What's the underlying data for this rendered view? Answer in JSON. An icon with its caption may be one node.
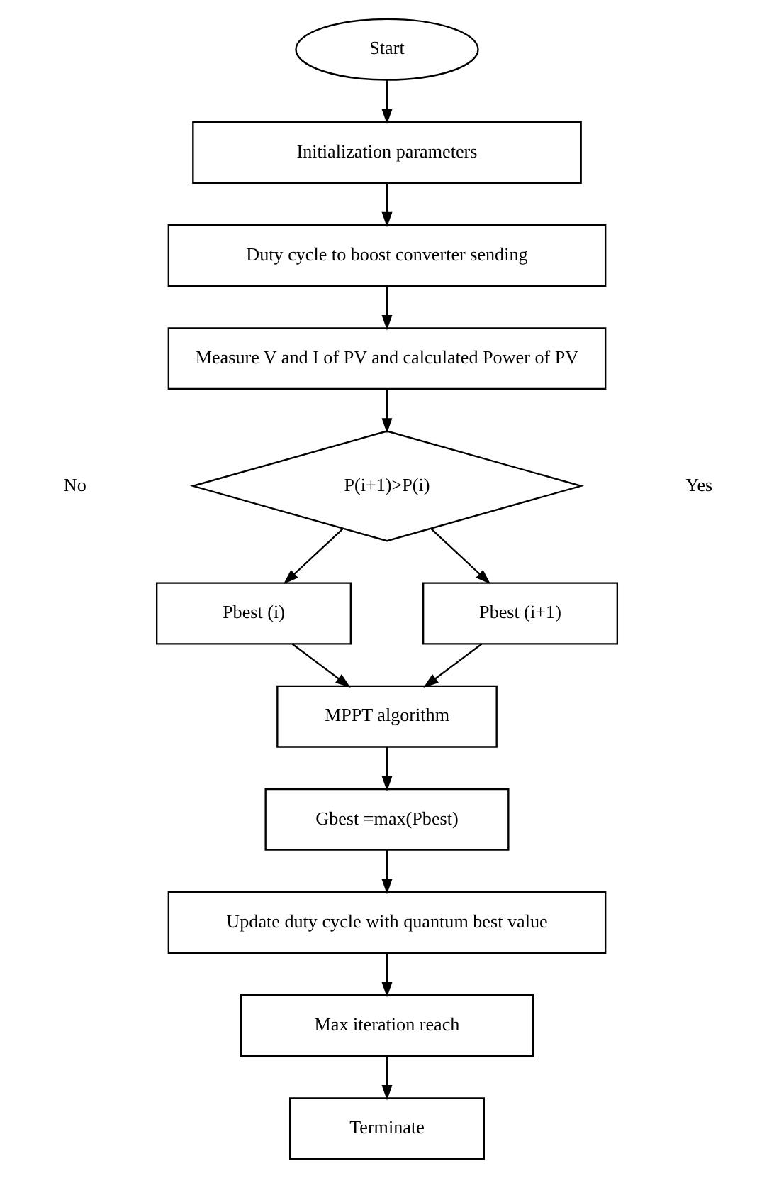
{
  "diagram": {
    "nodes": [
      {
        "text": [
          "Start"
        ]
      },
      {
        "text": [
          "Initialization parameters"
        ]
      },
      {
        "text": [
          "Duty cycle to boost converter sending"
        ]
      },
      {
        "text": [
          "Measure V and I of PV and calculated Power of PV"
        ]
      },
      {
        "text": [
          "P(i+1)>P(i)"
        ]
      },
      {
        "text": [
          "Pbest (i)"
        ]
      },
      {
        "text": [
          "Pbest (i+1)"
        ]
      },
      {
        "text": [
          "MPPT algorithm"
        ]
      },
      {
        "text": [
          "Gbest =max(Pbest)"
        ]
      },
      {
        "text": [
          "Update duty cycle with quantum best value"
        ]
      },
      {
        "text": [
          "Max iteration reach"
        ]
      },
      {
        "text": [
          "Terminate"
        ]
      }
    ],
    "edges": [
      {
        "from": 0,
        "to": 1,
        "arrow": "to"
      },
      {
        "from": 1,
        "to": 2,
        "arrow": "to"
      },
      {
        "from": 2,
        "to": 3,
        "arrow": "to"
      },
      {
        "from": 3,
        "to": 4,
        "arrow": "to"
      },
      {
        "from": 4,
        "to": 5,
        "arrow": "to"
      },
      {
        "from": 4,
        "to": 6,
        "arrow": "to"
      },
      {
        "from": 5,
        "to": 7,
        "arrow": "to"
      },
      {
        "from": 6,
        "to": 7,
        "arrow": "to"
      },
      {
        "from": 7,
        "to": 8,
        "arrow": "to"
      },
      {
        "from": 8,
        "to": 9,
        "arrow": "to"
      },
      {
        "from": 9,
        "to": 10,
        "arrow": "to"
      },
      {
        "from": 10,
        "to": 11,
        "arrow": "to"
      }
    ],
    "labels": [
      "Yes",
      "No"
    ]
  }
}
